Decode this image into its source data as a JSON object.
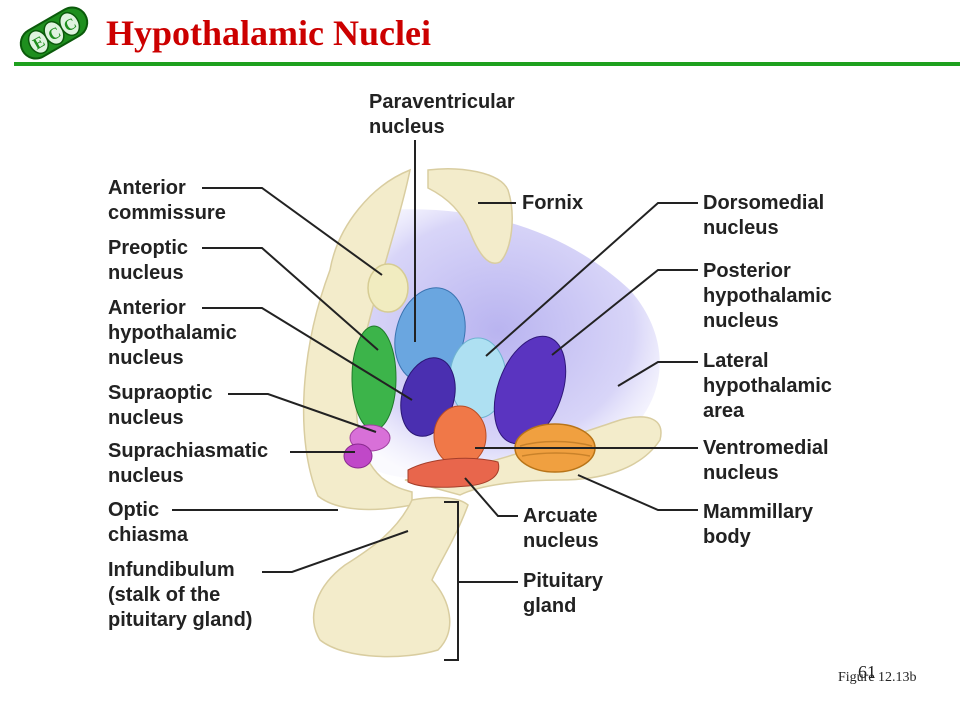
{
  "slide": {
    "title": "Hypothalamic Nuclei",
    "page_number": "61",
    "figure_ref": "Figure 12.13b",
    "logo_text": "ECC",
    "accent_color": "#cc0000",
    "rule_color": "#1ea01e"
  },
  "labels": {
    "paraventricular": "Paraventricular\nnucleus",
    "anterior_commissure": "Anterior\ncommissure",
    "fornix": "Fornix",
    "dorsomedial": "Dorsomedial\nnucleus",
    "preoptic": "Preoptic\nnucleus",
    "posterior_hypothalamic": "Posterior\nhypothalamic\nnucleus",
    "anterior_hypothalamic": "Anterior\nhypothalamic\nnucleus",
    "lateral_hypothalamic": "Lateral\nhypothalamic\narea",
    "supraoptic": "Supraoptic\nnucleus",
    "suprachiasmatic": "Suprachiasmatic\nnucleus",
    "ventromedial": "Ventromedial\nnucleus",
    "optic_chiasma": "Optic\nchiasma",
    "arcuate": "Arcuate\nnucleus",
    "mammillary": "Mammillary\nbody",
    "infundibulum": "Infundibulum\n(stalk of the\npituitary gland)",
    "pituitary": "Pituitary\ngland"
  }
}
